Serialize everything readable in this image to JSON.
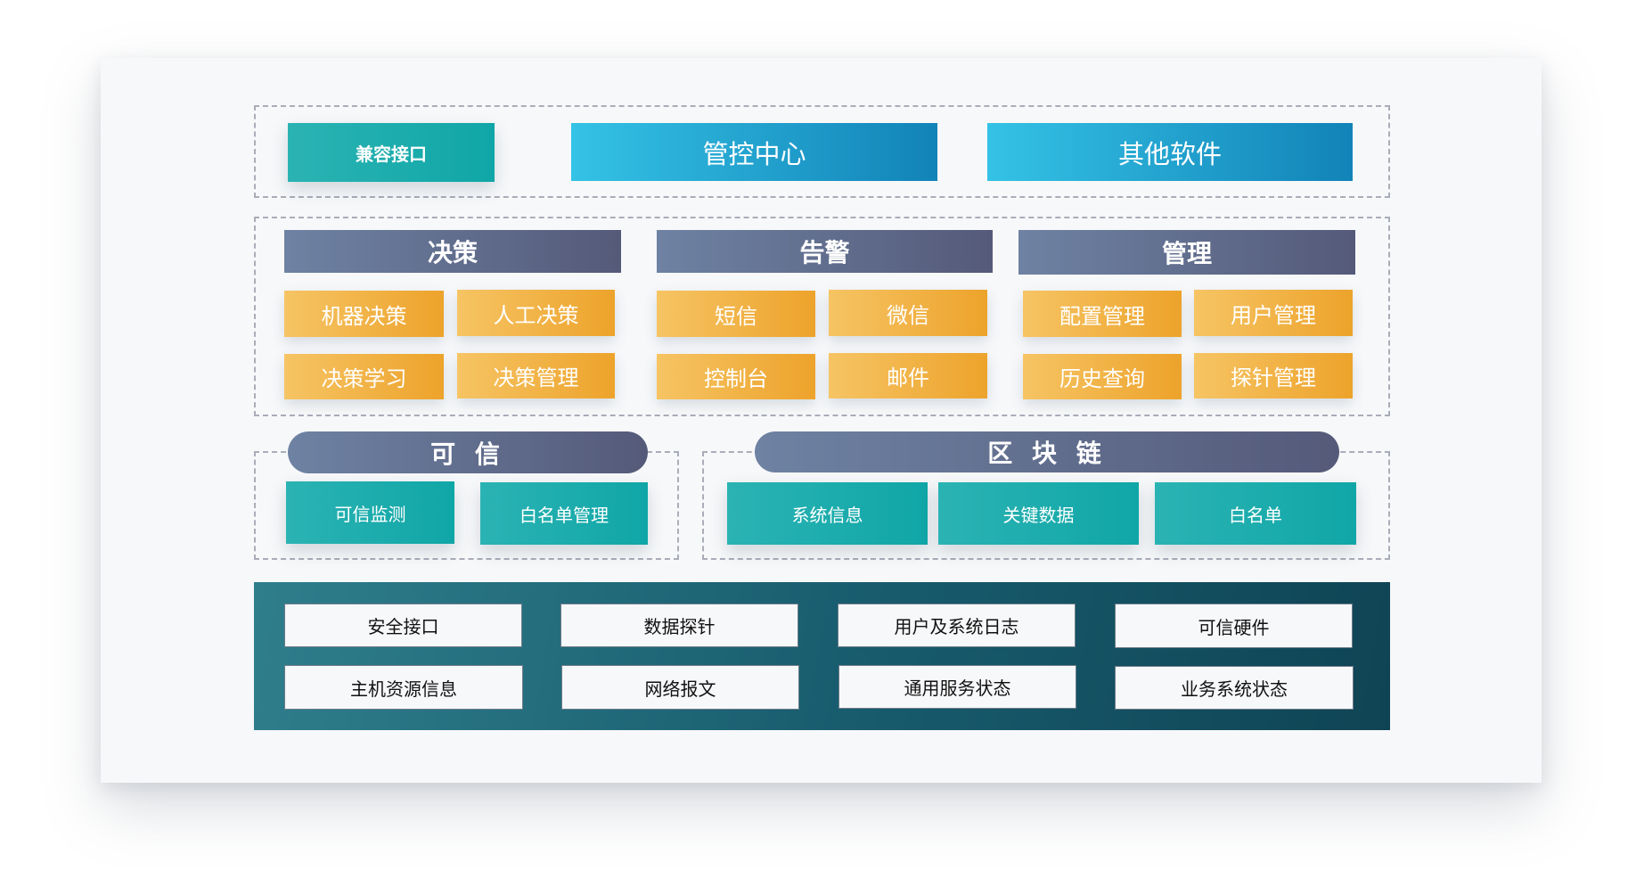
{
  "top_row": {
    "compat": "兼容接口",
    "control_center": "管控中心",
    "other_software": "其他软件"
  },
  "groups": [
    {
      "title": "决策",
      "items": [
        "机器决策",
        "人工决策",
        "决策学习",
        "决策管理"
      ]
    },
    {
      "title": "告警",
      "items": [
        "短信",
        "微信",
        "控制台",
        "邮件"
      ]
    },
    {
      "title": "管理",
      "items": [
        "配置管理",
        "用户管理",
        "历史查询",
        "探针管理"
      ]
    }
  ],
  "trusted": {
    "title": "可 信",
    "items": [
      "可信监测",
      "白名单管理"
    ]
  },
  "blockchain": {
    "title": "区 块 链",
    "items": [
      "系统信息",
      "关键数据",
      "白名单"
    ]
  },
  "bottom": {
    "items": [
      "安全接口",
      "数据探针",
      "用户及系统日志",
      "可信硬件",
      "主机资源信息",
      "网络报文",
      "通用服务状态",
      "业务系统状态"
    ]
  },
  "colors": {
    "teal": "#10a6a7",
    "blue": "#1283b7",
    "slate": "#555a79",
    "orange": "#eda32b",
    "bottom_panel": "#0f4454"
  }
}
